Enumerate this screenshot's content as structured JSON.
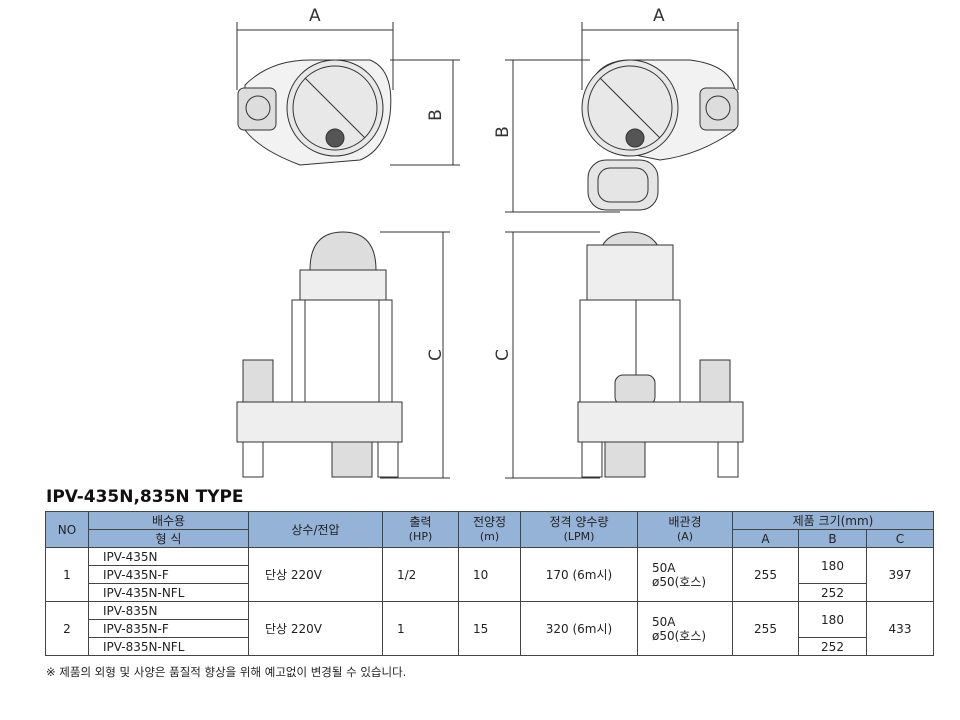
{
  "drawing": {
    "dim_labels": {
      "a_left": "A",
      "a_right": "A",
      "b_left": "B",
      "b_right": "B",
      "c_left": "C",
      "c_right": "C"
    }
  },
  "title": "IPV-435N,835N TYPE",
  "table": {
    "headers": {
      "no": "NO",
      "drain": "배수용",
      "model": "형 식",
      "voltage": "상수/전압",
      "output": "출력",
      "output_unit": "(HP)",
      "head": "전양정",
      "head_unit": "(m)",
      "flow": "정격 양수량",
      "flow_unit": "(LPM)",
      "pipe": "배관경",
      "pipe_unit": "(A)",
      "size": "제품 크기(mm)",
      "a": "A",
      "b": "B",
      "c": "C"
    },
    "rows": [
      {
        "no": "1",
        "models": [
          "IPV-435N",
          "IPV-435N-F",
          "IPV-435N-NFL"
        ],
        "voltage": "단상 220V",
        "hp": "1/2",
        "head": "10",
        "flow": "170 (6m시)",
        "pipe1": "50A",
        "pipe2": "ø50(호스)",
        "a": "255",
        "b1": "180",
        "b2": "252",
        "c": "397"
      },
      {
        "no": "2",
        "models": [
          "IPV-835N",
          "IPV-835N-F",
          "IPV-835N-NFL"
        ],
        "voltage": "단상 220V",
        "hp": "1",
        "head": "15",
        "flow": "320 (6m시)",
        "pipe1": "50A",
        "pipe2": "ø50(호스)",
        "a": "255",
        "b1": "180",
        "b2": "252",
        "c": "433"
      }
    ]
  },
  "note": "※ 제품의 외형 및 사양은 품질적 향상을 위해 예고없이 변경될 수 있습니다."
}
